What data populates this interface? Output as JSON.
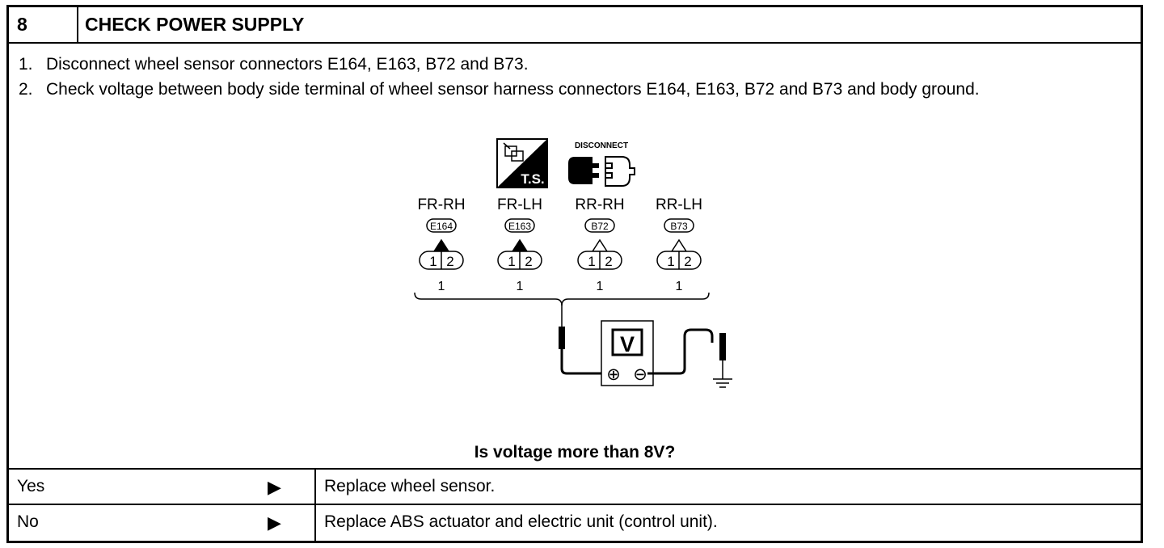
{
  "header": {
    "step_number": "8",
    "title": "CHECK POWER SUPPLY"
  },
  "steps": [
    {
      "num": "1.",
      "text": "Disconnect wheel sensor connectors E164, E163, B72 and B73."
    },
    {
      "num": "2.",
      "text": "Check voltage between body side terminal of wheel sensor harness connectors E164, E163, B72 and B73 and body ground."
    }
  ],
  "diagram": {
    "ts_label": "T.S.",
    "disconnect_label": "DISCONNECT",
    "connectors": [
      {
        "position": "FR-RH",
        "code": "E164",
        "pins": [
          "1",
          "2"
        ],
        "terminal": "1"
      },
      {
        "position": "FR-LH",
        "code": "E163",
        "pins": [
          "1",
          "2"
        ],
        "terminal": "1"
      },
      {
        "position": "RR-RH",
        "code": "B72",
        "pins": [
          "1",
          "2"
        ],
        "terminal": "1"
      },
      {
        "position": "RR-LH",
        "code": "B73",
        "pins": [
          "1",
          "2"
        ],
        "terminal": "1"
      }
    ],
    "meter_label": "V",
    "plus_symbol": "⊕",
    "minus_symbol": "⊖"
  },
  "question": "Is voltage more than 8V?",
  "results": [
    {
      "answer": "Yes",
      "arrow": "▶",
      "action": "Replace wheel sensor."
    },
    {
      "answer": "No",
      "arrow": "▶",
      "action": "Replace ABS actuator and electric unit (control unit)."
    }
  ]
}
